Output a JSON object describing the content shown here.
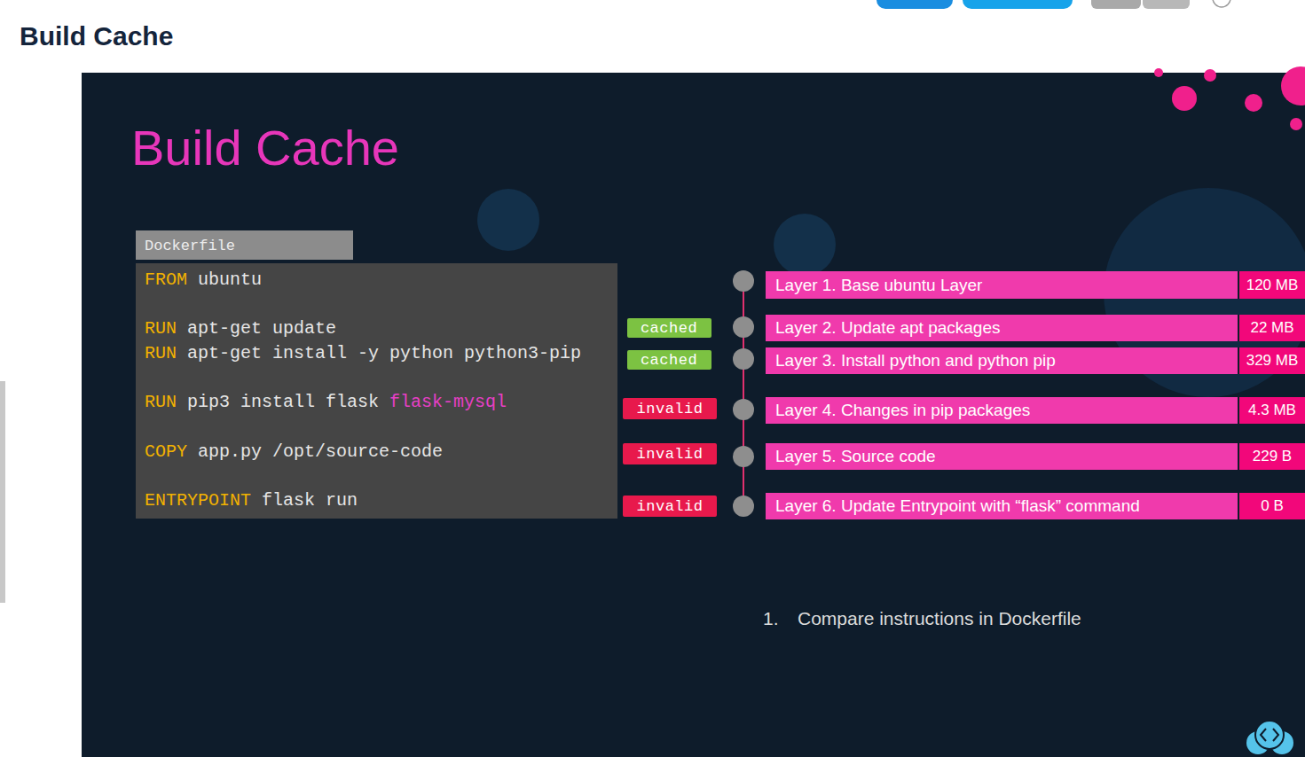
{
  "diagram": {
    "title": "Build Cache",
    "nodes": [
      {
        "text": [
          "Dockerfile",
          "FROM",
          "ubuntu",
          "RUN",
          "apt-get update",
          "RUN",
          "apt-get install -y python python3-pip",
          "RUN",
          "pip3 install flask",
          "flask-mysql",
          "COPY",
          "app.py /opt/source-code",
          "ENTRYPOINT",
          "flask run"
        ]
      },
      {
        "text": [
          "Layer 1. Base ubuntu Layer",
          "120 MB"
        ]
      },
      {
        "text": [
          "cached"
        ]
      },
      {
        "text": [
          "Layer 2. Update apt packages",
          "22 MB"
        ]
      },
      {
        "text": [
          "cached"
        ]
      },
      {
        "text": [
          "Layer 3. Install python and python pip",
          "329 MB"
        ]
      },
      {
        "text": [
          "invalid"
        ]
      },
      {
        "text": [
          "Layer 4. Changes in pip packages",
          "4.3 MB"
        ]
      },
      {
        "text": [
          "invalid"
        ]
      },
      {
        "text": [
          "Layer 5. Source code",
          "229 B"
        ]
      },
      {
        "text": [
          "invalid"
        ]
      },
      {
        "text": [
          "Layer 6. Update Entrypoint with “flask” command",
          "0 B"
        ]
      }
    ],
    "labels": [
      "Build Cache",
      "1.",
      "Compare instructions in Dockerfile"
    ]
  }
}
